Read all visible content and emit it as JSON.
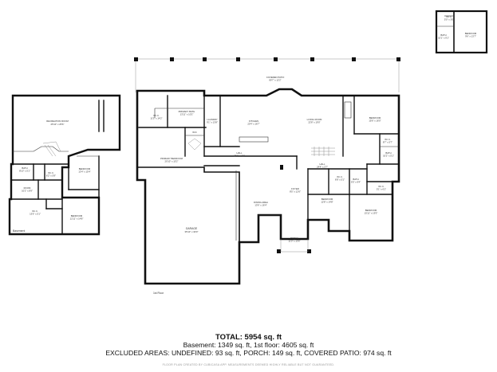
{
  "floors": {
    "basement": "Basement",
    "first": "1st Floor"
  },
  "rooms": {
    "recreation_room": {
      "name": "RECREATION ROOM",
      "dim": "25'10\" x 25'6\""
    },
    "bath_basement": {
      "name": "BATH",
      "dim": "8'10\" x 5'1\""
    },
    "wic_basement_small": {
      "name": "W.I.C.",
      "dim": "6'2\" x 5'9\""
    },
    "bedroom_basement_1": {
      "name": "BEDROOM",
      "dim": "13'4\" x 15'4\""
    },
    "room_basement": {
      "name": "ROOM",
      "dim": "10'2\" x 8'9\""
    },
    "wic_basement": {
      "name": "W.I.C.",
      "dim": "13'6\" x 5'1\""
    },
    "bedroom_basement_2": {
      "name": "BEDROOM",
      "dim": "12'11\" x 14'8\""
    },
    "wic_primary": {
      "name": "W.I.C.",
      "dim": "11'5\" x 14'2\""
    },
    "primary_bath": {
      "name": "PRIMARY BATH",
      "dim": "13'11\" x 10'2\""
    },
    "laundry": {
      "name": "LAUNDRY",
      "dim": "9'1\" x 13'8\""
    },
    "kitchen": {
      "name": "KITCHEN",
      "dim": "20'4\" x 16'7\""
    },
    "living_room": {
      "name": "LIVING ROOM",
      "dim": "22'8\" x 19'0\""
    },
    "bedroom_ne": {
      "name": "BEDROOM",
      "dim": "15'6\" x 16'0\""
    },
    "wic_ne": {
      "name": "W.I.C.",
      "dim": "8'7\" x 5'7\""
    },
    "bath_ne": {
      "name": "BATH",
      "dim": "10'2\" x 5'1\""
    },
    "primary_bedroom": {
      "name": "PRIMARY BEDROOM",
      "dim": "20'10\" x 15'2\""
    },
    "wc": {
      "name": "W/C",
      "dim": ""
    },
    "hall_1": {
      "name": "HALL",
      "dim": "28'4\" x 4'0\""
    },
    "hall_2": {
      "name": "HALL",
      "dim": "24'4\" x 3'7\""
    },
    "foyer": {
      "name": "FOYER",
      "dim": "8'5\" x 12'6\""
    },
    "bath_center": {
      "name": "BATH",
      "dim": "5'5\" x 9'4\""
    },
    "wic_center": {
      "name": "W.I.C.",
      "dim": "6'8\" x 5'1\""
    },
    "wic_east": {
      "name": "W.I.C.",
      "dim": "5'1\" x 6'1\""
    },
    "dining_area": {
      "name": "DINING AREA",
      "dim": "13'6\" x 16'4\""
    },
    "bedroom_center": {
      "name": "BEDROOM",
      "dim": "12'8\" x 14'8\""
    },
    "bedroom_se": {
      "name": "BEDROOM",
      "dim": "15'11\" x 19'3\""
    },
    "garage": {
      "name": "GARAGE",
      "dim": "35'10\" x 30'0\""
    },
    "porch": {
      "name": "PORCH",
      "dim": "11'0\" x 13'6\""
    },
    "covered_patio": {
      "name": "COVERED PATIO",
      "dim": "80'7\" x 12'2\""
    },
    "wic_inset": {
      "name": "W.I.C.",
      "dim": "5'0\" x 3'0\""
    },
    "bath_inset": {
      "name": "BATH",
      "dim": "10'1\" x 9'1\""
    },
    "bedroom_inset": {
      "name": "BEDROOM",
      "dim": "9'6\" x 13'7\""
    }
  },
  "summary": {
    "total": "TOTAL: 5954 sq. ft",
    "basement_line": "Basement: 1349 sq. ft, 1st floor: 4605 sq. ft",
    "excluded_line": "EXCLUDED AREAS: UNDEFINED: 93 sq. ft, PORCH: 149 sq. ft, COVERED PATIO: 974 sq. ft",
    "disclaimer": "FLOOR PLAN CREATED BY CUBICASA APP. MEASUREMENTS DEEMED HIGHLY RELIABLE BUT NOT GUARANTEED."
  }
}
